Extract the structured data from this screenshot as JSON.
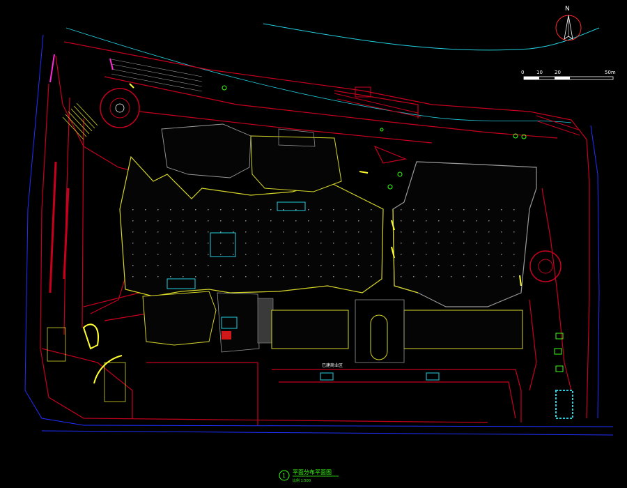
{
  "north_label": "N",
  "scale_bar": {
    "ticks": [
      "0",
      "10",
      "20",
      "50m"
    ]
  },
  "site_label": "已建商业区",
  "drawing_title": {
    "number": "1",
    "title": "平面分布平面图",
    "scale": "比例 1:500"
  },
  "colors": {
    "background": "#000000",
    "boundary": "#ff2a2a",
    "roads": "#c8001e",
    "building_outline": "#d6d62a",
    "interior": "#9a9a9a",
    "cyan": "#22d0e0",
    "blue": "#2030ff",
    "green": "#39ff14",
    "magenta": "#ff2bd6",
    "yellow": "#ffff30"
  }
}
